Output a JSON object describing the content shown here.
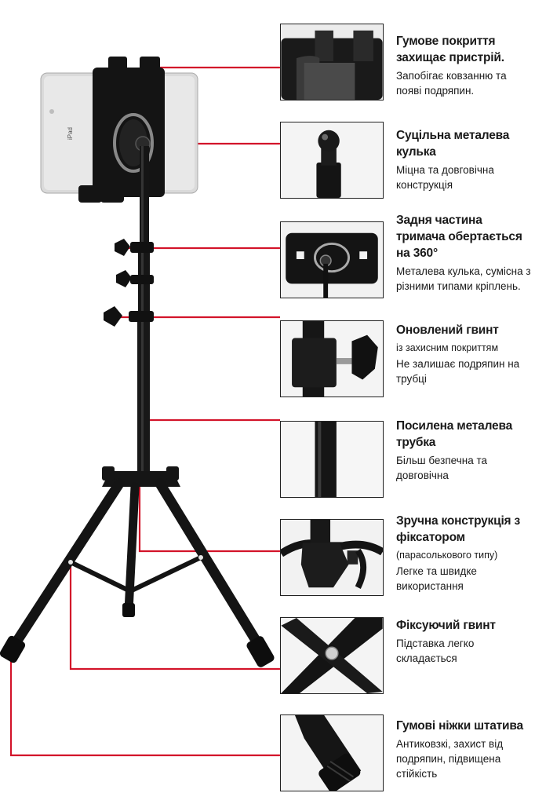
{
  "features": [
    {
      "title": "Гумове покриття захищає пристрій.",
      "desc": "Запобігає ковзанню та появі подряпин."
    },
    {
      "title": "Суцільна металева кулька",
      "desc": "Міцна та довговічна конструкція"
    },
    {
      "title": "Задня частина тримача обертається на 360°",
      "desc": "Металева кулька, сумісна з різними типами кріплень."
    },
    {
      "title": "Оновлений гвинт",
      "note": "із захисним покриттям",
      "desc": "Не залишає подряпин на трубці"
    },
    {
      "title": "Посилена металева трубка",
      "desc": "Більш безпечна та довговічна"
    },
    {
      "title": "Зручна конструкція з фіксатором",
      "note": "(парасолькового типу)",
      "desc": "Легке та швидке використання"
    },
    {
      "title": "Фіксуючий гвинт",
      "desc": "Підставка легко складається"
    },
    {
      "title": "Гумові ніжки штатива",
      "desc": "Антиковзкі, захист від подряпин, підвищена стійкість"
    }
  ],
  "tablet_label": "iPad",
  "colors": {
    "callout_line": "#d3142a",
    "stand": "#111111",
    "tablet": "#dcdcdc"
  }
}
